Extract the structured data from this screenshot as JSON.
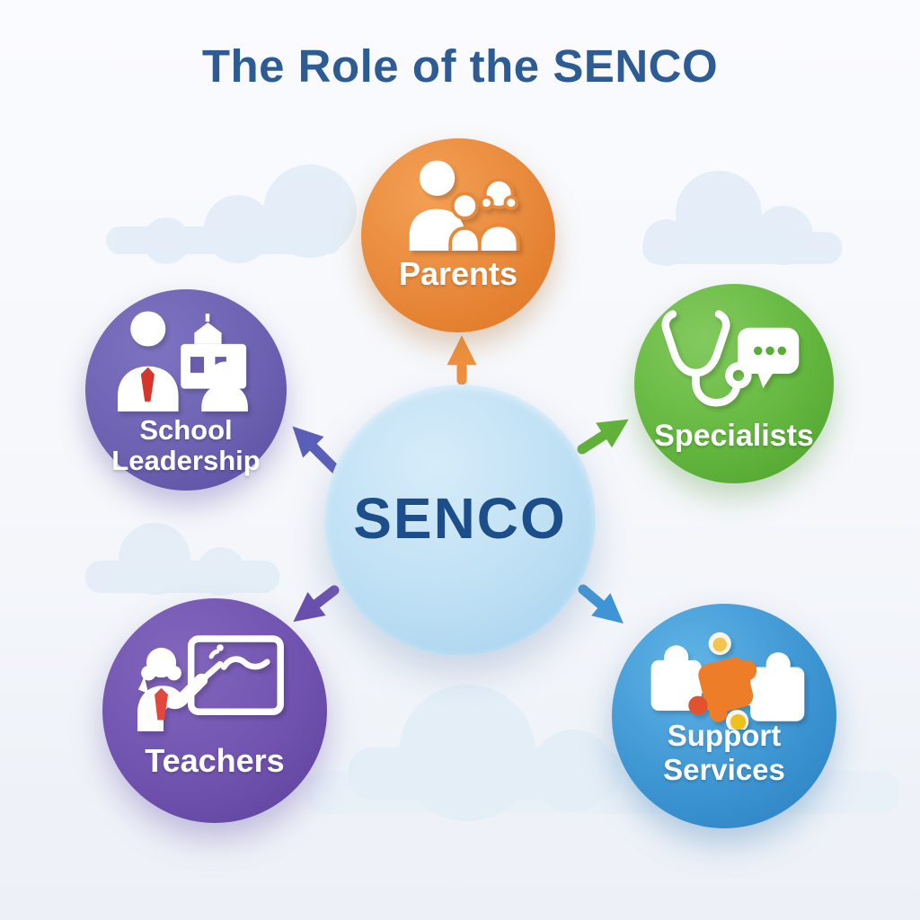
{
  "title": "The Role of the SENCO",
  "center": {
    "label": "SENCO",
    "fill_color": "#bfe0f4",
    "text_color": "#1b4e8b"
  },
  "nodes": {
    "parents": {
      "label": "Parents",
      "color": "#e8883a",
      "arrow_color": "#f0913d",
      "icon": "family-icon",
      "position": "top"
    },
    "specialists": {
      "label": "Specialists",
      "color": "#63b73f",
      "arrow_color": "#61b23a",
      "icon": "stethoscope-chat-icon",
      "position": "right"
    },
    "support_services": {
      "label": "Support\nServices",
      "color": "#3d95d2",
      "arrow_color": "#3f95d6",
      "icon": "puzzle-pieces-icon",
      "position": "bottom-right"
    },
    "teachers": {
      "label": "Teachers",
      "color": "#6f52ae",
      "arrow_color": "#6a4fae",
      "icon": "teacher-whiteboard-icon",
      "position": "bottom-left"
    },
    "school_leadership": {
      "label": "School\nLeadership",
      "color": "#6c60b0",
      "arrow_color": "#5a5fb8",
      "icon": "leadership-icon",
      "position": "left"
    }
  },
  "title_color": "#2d5c95",
  "background_color": "#f5f7fb"
}
